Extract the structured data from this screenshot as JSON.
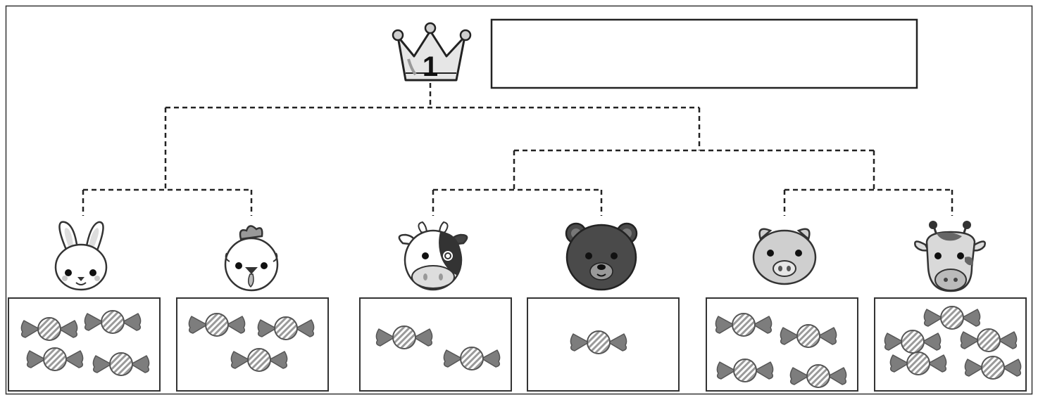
{
  "crown": {
    "rank": "1",
    "icon": "crown-icon"
  },
  "answer_box": {
    "value": ""
  },
  "colors": {
    "line": "#333333",
    "candy": "#7d7d7d",
    "candy_center": "#d6d6d6",
    "bear": "#4a4a4a",
    "light_face": "#ffffff",
    "pig": "#cfcfcf",
    "crown": "#e6e6e6"
  },
  "contestants": [
    {
      "animal": "rabbit",
      "icon": "rabbit-icon",
      "candies": 4
    },
    {
      "animal": "chicken",
      "icon": "chicken-icon",
      "candies": 3
    },
    {
      "animal": "cow",
      "icon": "cow-icon",
      "candies": 2
    },
    {
      "animal": "bear",
      "icon": "bear-icon",
      "candies": 1
    },
    {
      "animal": "pig",
      "icon": "pig-icon",
      "candies": 4
    },
    {
      "animal": "giraffe",
      "icon": "giraffe-icon",
      "candies": 5
    }
  ]
}
